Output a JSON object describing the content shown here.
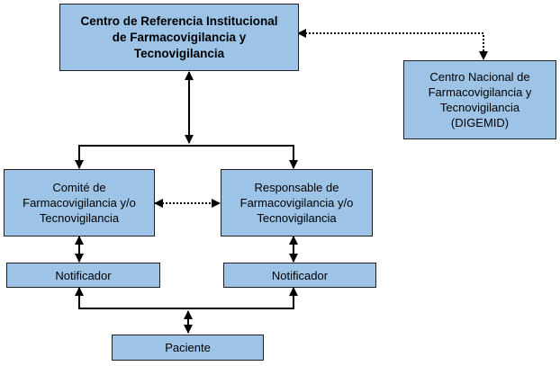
{
  "nodes": {
    "centro_referencia": "Centro de Referencia Institucional\nde Farmacovigilancia y\nTecnovigilancia",
    "centro_nacional": "Centro Nacional de\nFarmacovigilancia y\nTecnovigilancia\n(DIGEMID)",
    "comite": "Comité de\nFarmacovigilancia y/o\nTecnovigilancia",
    "responsable": "Responsable de\nFarmacovigilancia y/o\nTecnovigilancia",
    "notificador_left": "Notificador",
    "notificador_right": "Notificador",
    "paciente": "Paciente"
  },
  "colors": {
    "box_fill": "#9dc3e6",
    "box_border": "#1f1f1f",
    "line": "#000000"
  }
}
